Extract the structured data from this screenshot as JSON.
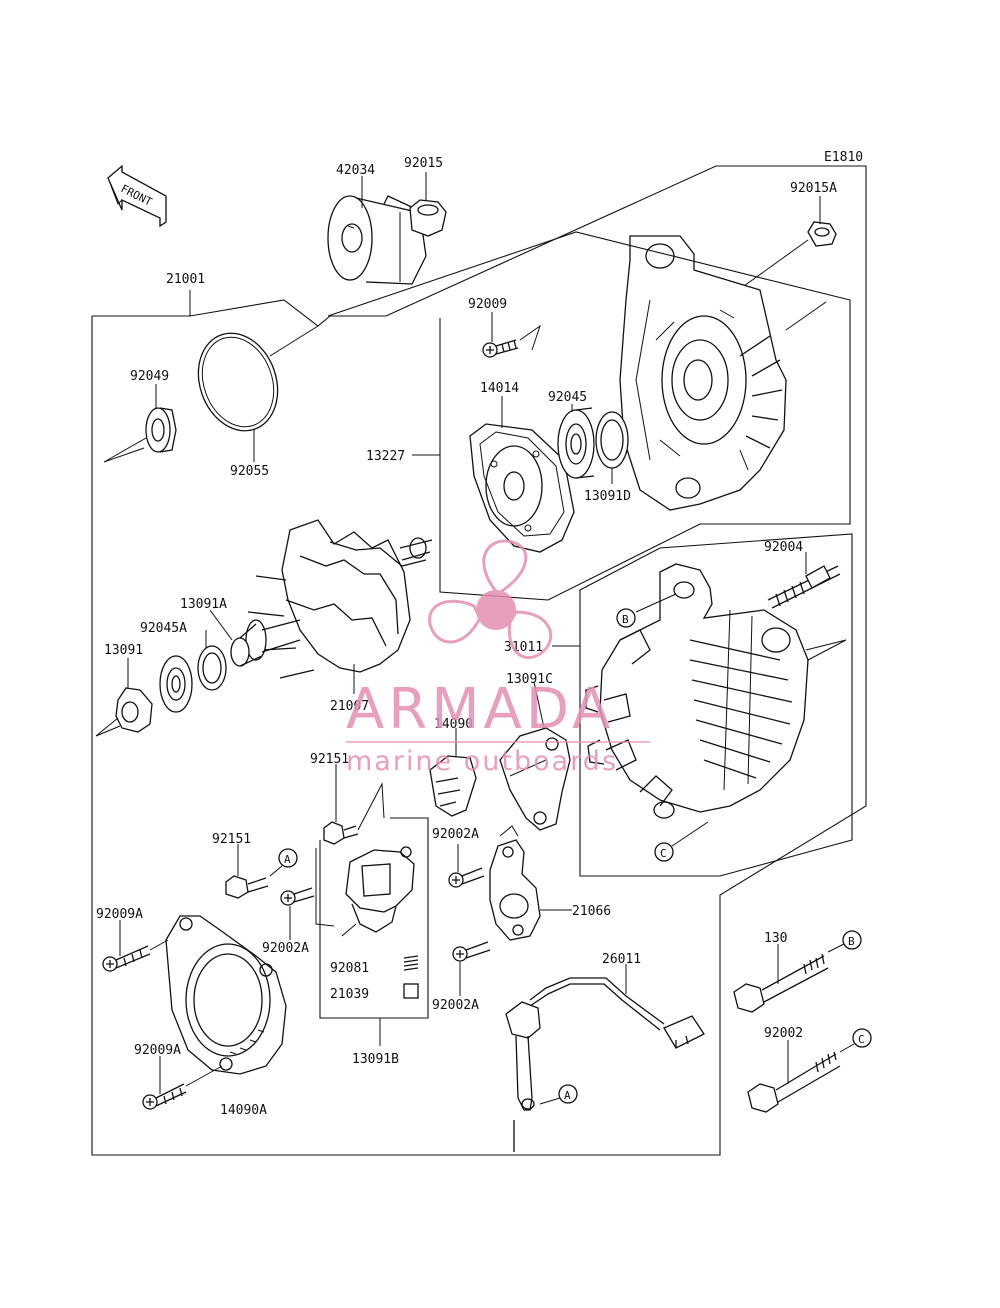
{
  "diagram_code": "E1810",
  "front_label": "FRONT",
  "watermark": {
    "brand": "ARMADA",
    "tagline": "marine outboards",
    "color": "#e58fb3"
  },
  "ref_letters": {
    "A": "A",
    "B": "B",
    "C": "C"
  },
  "parts": {
    "p42034": "42034",
    "p92015": "92015",
    "p92015A": "92015A",
    "p21001": "21001",
    "p92009": "92009",
    "p14014": "14014",
    "p92045": "92045",
    "p92049": "92049",
    "p92055": "92055",
    "p13227": "13227",
    "p13091D": "13091D",
    "p92004": "92004",
    "p13091A": "13091A",
    "p92045A": "92045A",
    "p31011": "31011",
    "p13091": "13091",
    "p13091C": "13091C",
    "p21007": "21007",
    "p14090": "14090",
    "p92151a": "92151",
    "p92151b": "92151",
    "p92002A_1": "92002A",
    "p21066": "21066",
    "p92009A_1": "92009A",
    "p92002A_2": "92002A",
    "p92081": "92081",
    "p21039": "21039",
    "p92002A_3": "92002A",
    "p26011": "26011",
    "p130": "130",
    "p92002": "92002",
    "p92009A_2": "92009A",
    "p13091B": "13091B",
    "p14090A": "14090A"
  }
}
